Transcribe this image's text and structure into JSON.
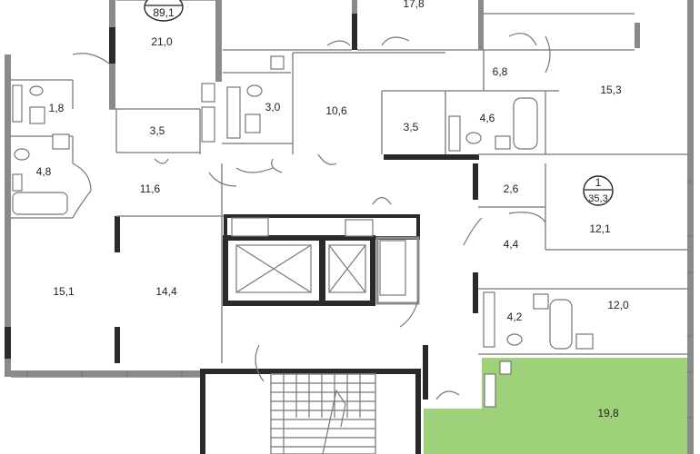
{
  "colors": {
    "highlight": "#9fd07a",
    "wall": "#8a8a8a",
    "dark_wall": "#2a2a2a"
  },
  "badges": [
    {
      "number": "",
      "area": "89,1"
    },
    {
      "number": "1",
      "area": "35,3"
    }
  ],
  "rooms": [
    {
      "label": "21,0"
    },
    {
      "label": "17,8"
    },
    {
      "label": "6,8"
    },
    {
      "label": "15,3"
    },
    {
      "label": "1,8"
    },
    {
      "label": "3,0"
    },
    {
      "label": "10,6"
    },
    {
      "label": "3,5"
    },
    {
      "label": "3,5"
    },
    {
      "label": "4,6"
    },
    {
      "label": "4,8"
    },
    {
      "label": "11,6"
    },
    {
      "label": "2,6"
    },
    {
      "label": "12,1"
    },
    {
      "label": "4,4"
    },
    {
      "label": "15,1"
    },
    {
      "label": "14,4"
    },
    {
      "label": "4,2"
    },
    {
      "label": "12,0"
    },
    {
      "label": "19,8"
    }
  ]
}
